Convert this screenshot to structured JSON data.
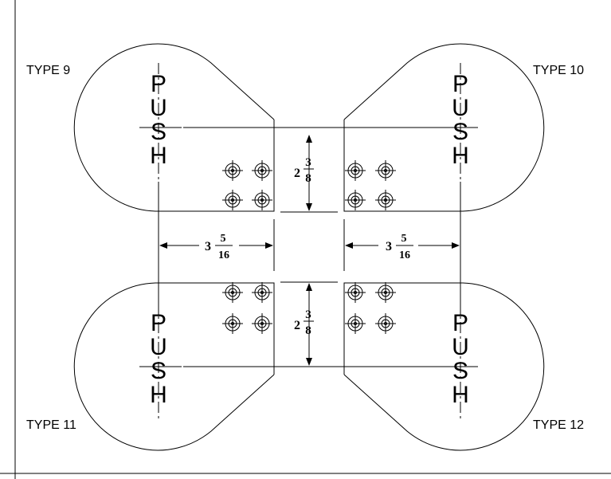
{
  "labels": {
    "type_9": "TYPE 9",
    "type_10": "TYPE 10",
    "type_11": "TYPE 11",
    "type_12": "TYPE 12"
  },
  "push_text": [
    "P",
    "U",
    "S",
    "H"
  ],
  "dimensions": {
    "vertical_whole": "2",
    "vertical_numerator": "3",
    "vertical_denominator": "8",
    "horizontal_whole": "3",
    "horizontal_numerator": "5",
    "horizontal_denominator": "16"
  }
}
